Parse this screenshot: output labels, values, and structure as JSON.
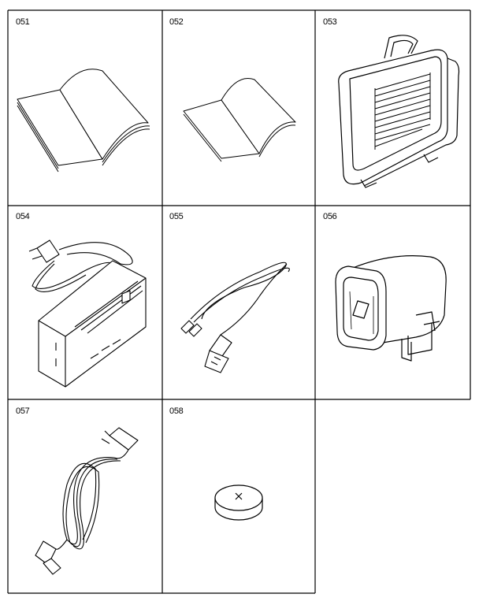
{
  "parts": [
    {
      "number": "051",
      "icon": "manual-large-icon"
    },
    {
      "number": "052",
      "icon": "manual-small-icon"
    },
    {
      "number": "053",
      "icon": "carrying-case-icon"
    },
    {
      "number": "054",
      "icon": "ac-adapter-icon"
    },
    {
      "number": "055",
      "icon": "av-cable-icon"
    },
    {
      "number": "056",
      "icon": "video-light-icon"
    },
    {
      "number": "057",
      "icon": "dc-cord-icon"
    },
    {
      "number": "058",
      "icon": "lithium-battery-icon"
    }
  ],
  "colors": {
    "line": "#000000",
    "background": "#ffffff"
  }
}
